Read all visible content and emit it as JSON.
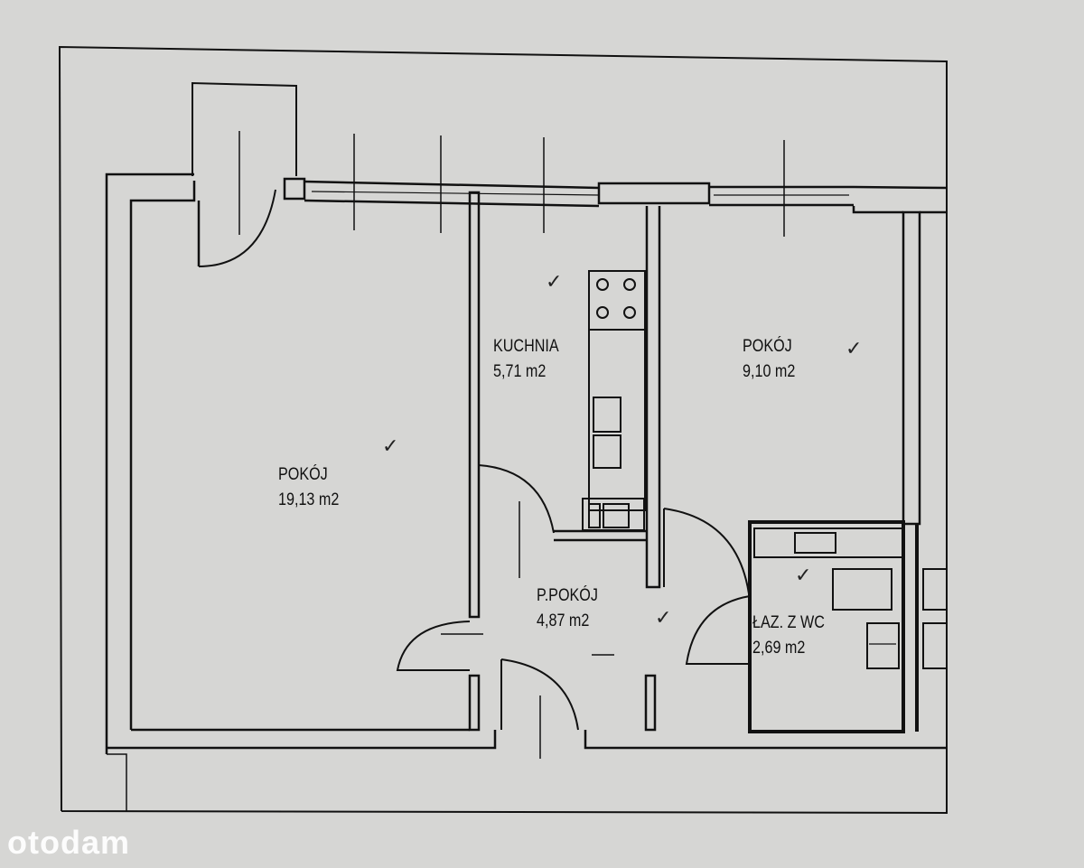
{
  "plan": {
    "rooms": [
      {
        "name": "POKÓJ",
        "area": "19,13 m2"
      },
      {
        "name": "KUCHNIA",
        "area": "5,71  m2"
      },
      {
        "name": "POKÓJ",
        "area": "9,10  m2"
      },
      {
        "name": "P.POKÓJ",
        "area": "4,87  m2"
      },
      {
        "name": "ŁAZ.  Z  WC",
        "area": "2,69  m2"
      }
    ],
    "checkmark": "✓"
  },
  "watermark": "otodam"
}
